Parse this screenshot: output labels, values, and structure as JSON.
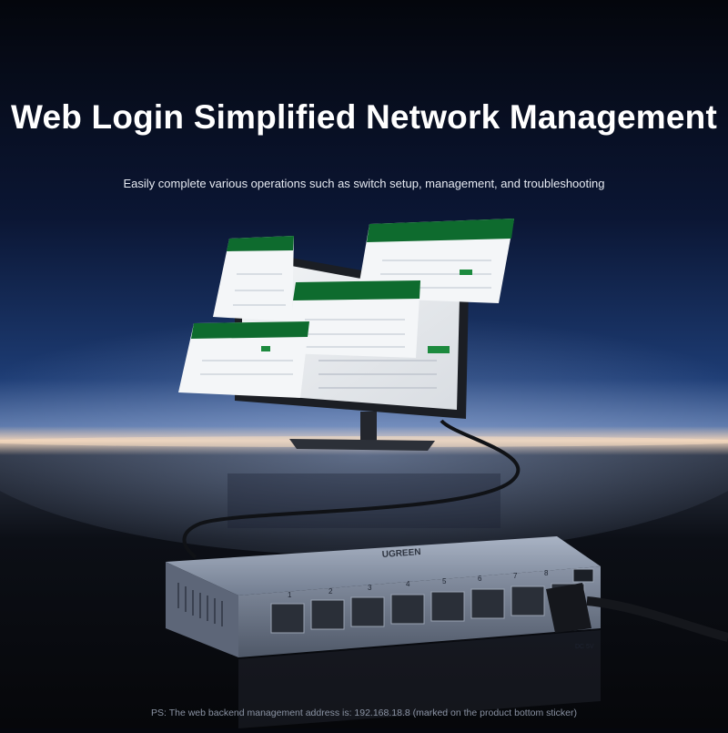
{
  "headline": "Web Login Simplified Network Management",
  "subheadline": "Easily complete various operations such as switch setup, management, and troubleshooting",
  "footnote": "PS: The web backend management address is: 192.168.18.8 (marked on the product bottom sticker)",
  "device": {
    "brand": "UGREEN",
    "port_numbers": [
      "1",
      "2",
      "3",
      "4",
      "5",
      "6",
      "7",
      "8"
    ],
    "power_label": "DC 5V"
  },
  "colors": {
    "ui_green": "#0e6b2e",
    "background_top": "#0d1a3a",
    "horizon_glow": "#f3c9a0"
  }
}
